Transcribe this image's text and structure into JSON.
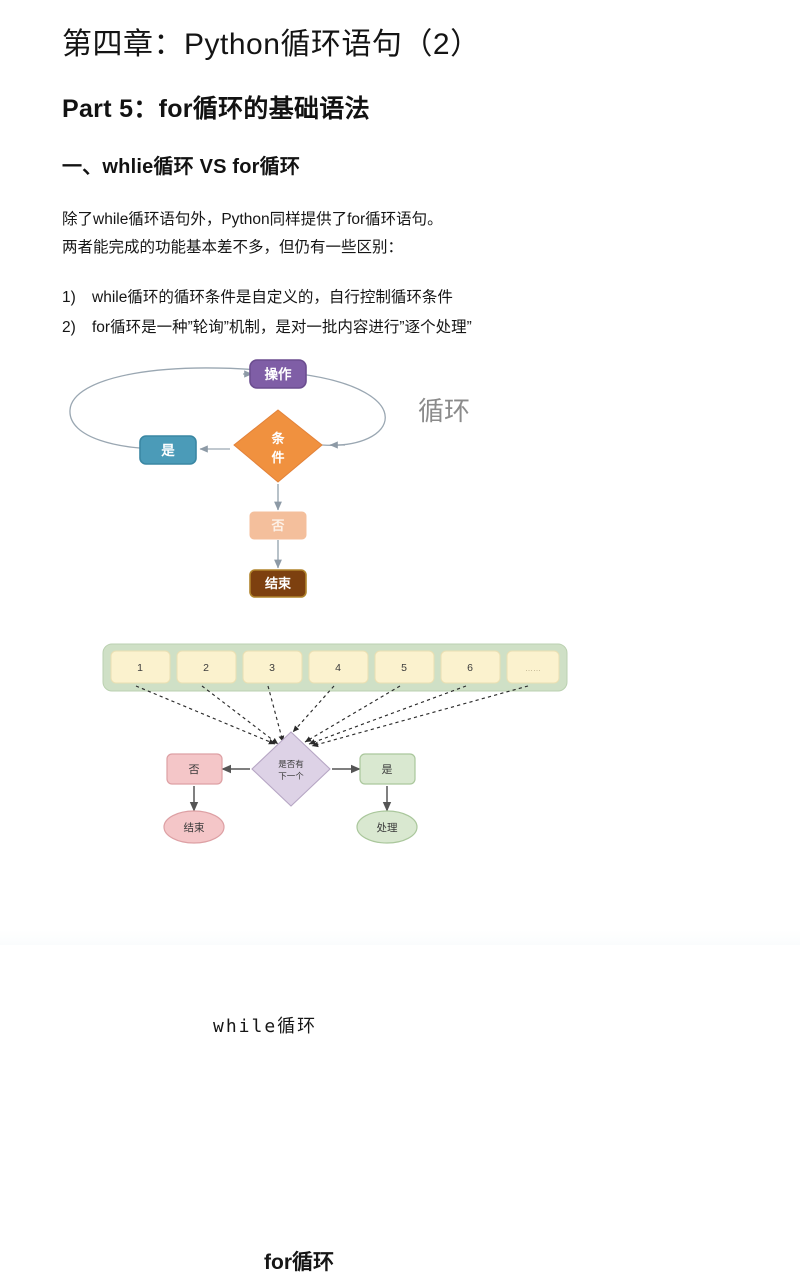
{
  "document": {
    "chapter_title": "第四章：Python循环语句（2）",
    "part_title": "Part 5：for循环的基础语法",
    "section_title": "一、whlie循环 VS for循环",
    "paragraph_line1": "除了while循环语句外，Python同样提供了for循环语句。",
    "paragraph_line2": "两者能完成的功能基本差不多，但仍有一些区别：",
    "list": [
      {
        "num": "1)",
        "text": "while循环的循环条件是自定义的，自行控制循环条件"
      },
      {
        "num": "2)",
        "text": "for循环是一种”轮询”机制，是对一批内容进行”逐个处理”"
      }
    ]
  },
  "while_diagram": {
    "caption": "while循环",
    "watermark": "循环",
    "operation_label": "操作",
    "condition_label": "条件",
    "yes_label": "是",
    "no_label": "否",
    "end_label": "结束",
    "colors": {
      "operation_fill": "#7f5ea6",
      "operation_stroke": "#6c4e90",
      "condition_fill": "#f0913f",
      "yes_fill": "#4b9bb8",
      "yes_stroke": "#3b87a3",
      "no_fill": "#f4bf9c",
      "end_fill": "#7d400f",
      "end_stroke": "#b0832c",
      "arrow": "#8d9aa6",
      "watermark_color": "#8b8b8b"
    }
  },
  "for_diagram": {
    "caption": "for循环",
    "sequence_cells": [
      "1",
      "2",
      "3",
      "4",
      "5",
      "6",
      "……"
    ],
    "decision_label_line1": "是否有",
    "decision_label_line2": "下一个",
    "no_label": "否",
    "yes_label": "是",
    "end_label": "结束",
    "process_label": "处理",
    "colors": {
      "container_fill": "#cfe0c6",
      "container_stroke": "#b9d0ae",
      "cell_fill": "#fbf2ce",
      "cell_stroke": "#e9dcae",
      "decision_fill": "#ddd2e6",
      "decision_stroke": "#b6a6c4",
      "pink_fill": "#f4c6c8",
      "pink_stroke": "#dda0a4",
      "green_fill": "#d9e8d0",
      "green_stroke": "#aac79c",
      "arrow": "#555555",
      "dotted": "#2b2b2b"
    }
  }
}
